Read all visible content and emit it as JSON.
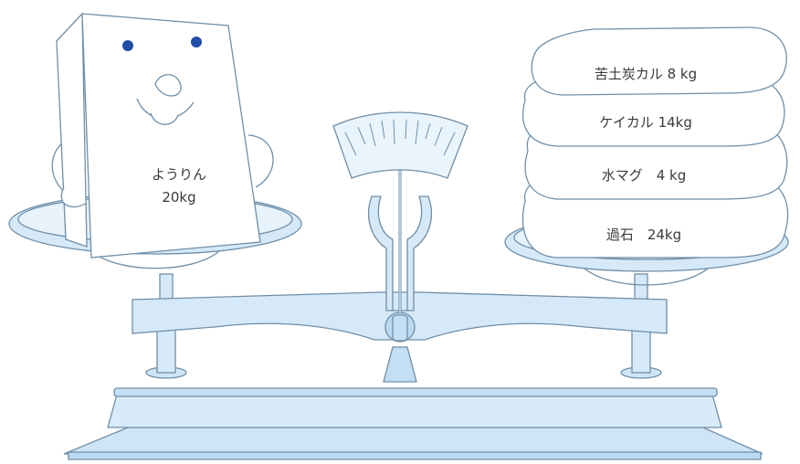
{
  "left_pan": {
    "bag": {
      "name": "ようりん",
      "weight": "20kg"
    }
  },
  "right_pan": {
    "bags": [
      {
        "text": "苦土炭カル 8 kg"
      },
      {
        "text": "ケイカル 14kg"
      },
      {
        "text": "水マグ　4 kg"
      },
      {
        "text": "過石　24kg"
      }
    ]
  },
  "colors": {
    "scale_fill": "#d6e9f8",
    "scale_fill_dark": "#bcdaf2",
    "outline": "#6f8fa8",
    "eye": "#1f4ea8",
    "bag_fill": "#ffffff"
  }
}
